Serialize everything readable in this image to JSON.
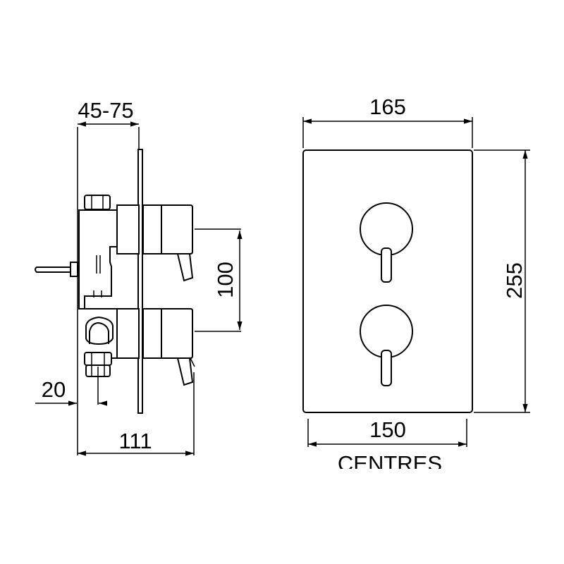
{
  "side_view": {
    "dim_depth": "45-75",
    "dim_centres": "100",
    "dim_inlet": "20",
    "dim_total": "111"
  },
  "front_view": {
    "dim_width": "165",
    "dim_height": "255",
    "dim_handle_centres": "150",
    "centres_label": "CENTRES"
  },
  "colors": {
    "line": "#000000",
    "background": "#ffffff"
  }
}
